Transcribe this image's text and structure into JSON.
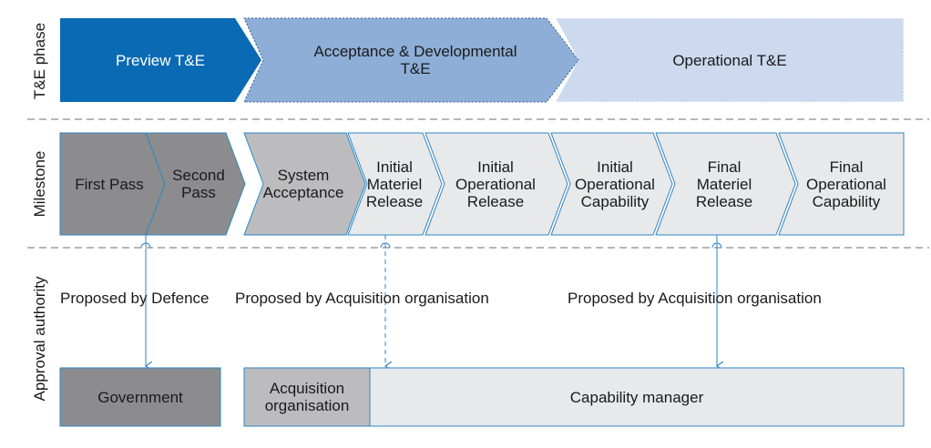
{
  "row_labels": {
    "phase": "T&E phase",
    "milestone": "Milestone",
    "approval": "Approval authority"
  },
  "phases": {
    "preview": "Preview T&E",
    "acceptance": "Acceptance & Developmental\nT&E",
    "operational": "Operational T&E"
  },
  "milestones": {
    "first_pass": "First Pass",
    "second_pass": "Second\nPass",
    "system_acceptance": "System\nAcceptance",
    "initial_materiel_release": "Initial\nMateriel\nRelease",
    "initial_operational_release": "Initial\nOperational\nRelease",
    "initial_operational_capability": "Initial\nOperational\nCapability",
    "final_materiel_release": "Final\nMateriel\nRelease",
    "final_operational_capability": "Final\nOperational\nCapability"
  },
  "proposals": {
    "defence": "Proposed by Defence",
    "acquisition_1": "Proposed by Acquisition organisation",
    "acquisition_2": "Proposed by Acquisition organisation"
  },
  "authorities": {
    "government": "Government",
    "acquisition_org": "Acquisition\norganisation",
    "capability_manager": "Capability manager"
  },
  "colors": {
    "phase_preview": "#0a6ab4",
    "phase_acceptance": "#8eaed8",
    "phase_operational": "#ccd9ef",
    "milestone_dark": "#8c8c8e",
    "milestone_mid": "#bcbcbe",
    "milestone_light": "#e8e9ea",
    "outline_blue": "#2d86c4",
    "divider": "#8a8a8a"
  }
}
